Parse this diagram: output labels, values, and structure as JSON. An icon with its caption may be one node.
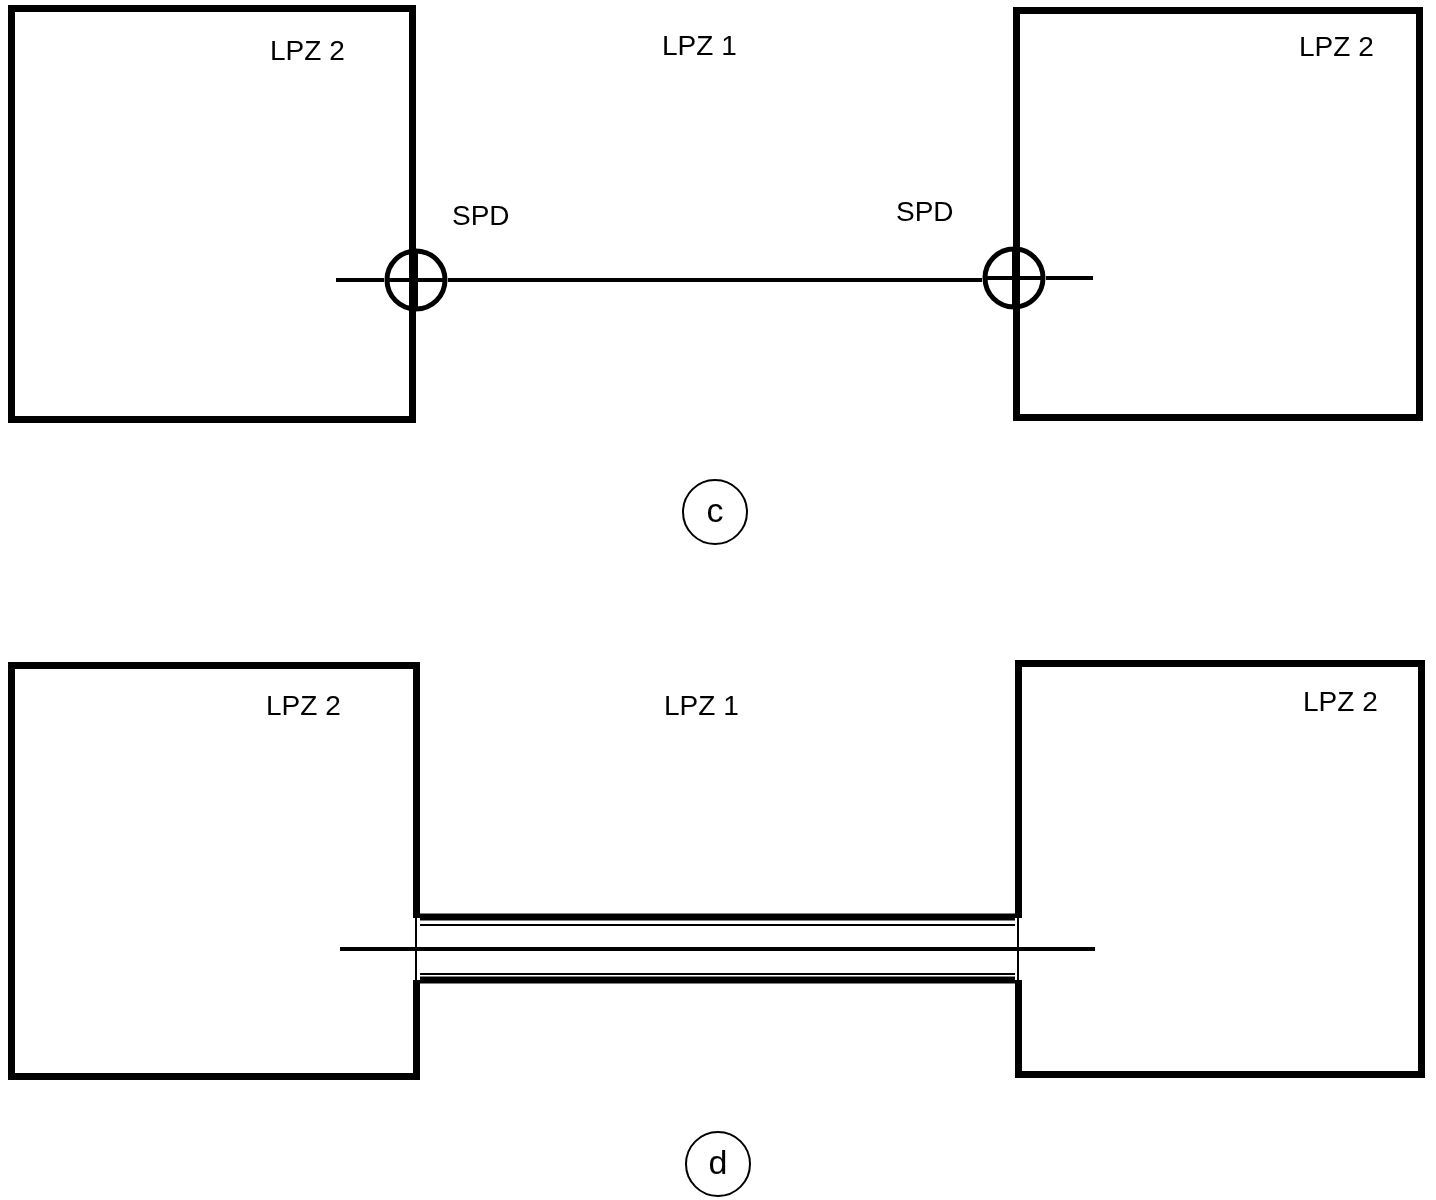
{
  "diagram": {
    "nodes": [
      {
        "text": [
          "LPZ 2"
        ]
      },
      {
        "text": [
          "LPZ 2"
        ]
      },
      {
        "text": [],
        "shape": "circle",
        "beside": [
          "SPD"
        ]
      },
      {
        "text": [],
        "shape": "circle",
        "beside": [
          "SPD"
        ]
      },
      {
        "text": [
          "c"
        ]
      },
      {
        "text": [
          "LPZ 2"
        ]
      },
      {
        "text": [
          "LPZ 2"
        ]
      },
      {
        "text": [
          "d"
        ]
      }
    ],
    "edges": [
      {
        "from": 0,
        "to": 2,
        "arrow": "none"
      },
      {
        "from": 2,
        "to": 3,
        "arrow": "none"
      },
      {
        "from": 3,
        "to": 1,
        "arrow": "none"
      },
      {
        "from": 5,
        "to": 6,
        "arrow": "none"
      },
      {
        "from": 5,
        "to": 6,
        "arrow": "none"
      }
    ],
    "labels": [
      "LPZ 1",
      "LPZ 1"
    ]
  }
}
